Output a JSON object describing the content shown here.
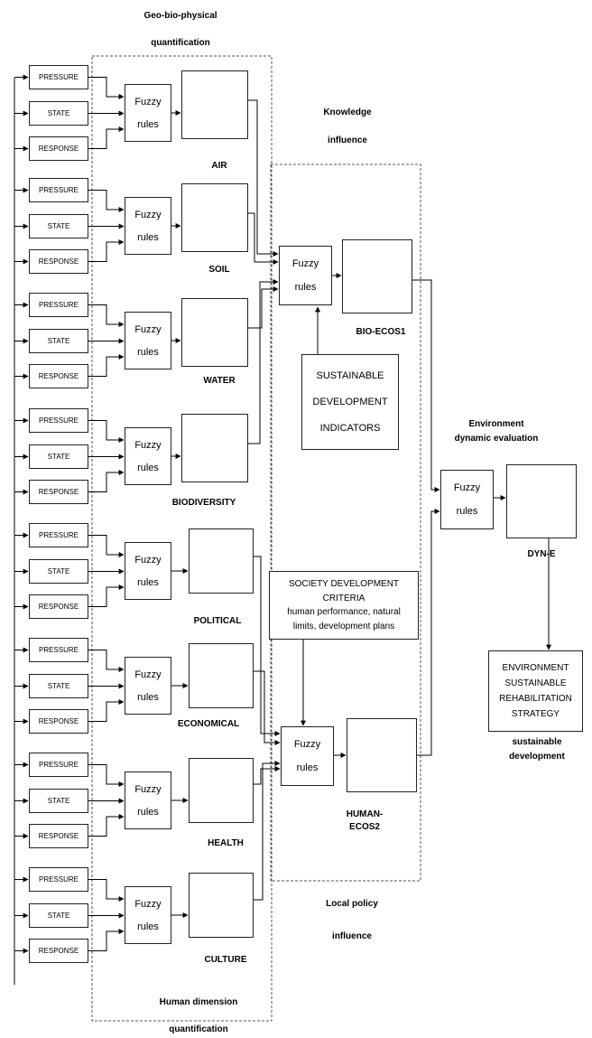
{
  "annotations": {
    "geo_title_1": "Geo-bio-physical",
    "geo_title_2": "quantification",
    "knowledge_1": "Knowledge",
    "knowledge_2": "influence",
    "env_dyn_1": "Environment",
    "env_dyn_2": "dynamic evaluation",
    "env_sust_1": "Environment",
    "env_sust_2": "sustainable",
    "env_sust_3": "development",
    "local_policy_1": "Local policy",
    "local_policy_2": "influence",
    "human_dim_1": "Human dimension",
    "human_dim_2": "quantification"
  },
  "indicators": [
    "PRESSURE",
    "STATE",
    "RESPONSE"
  ],
  "fuzzy": {
    "line1": "Fuzzy",
    "line2": "rules"
  },
  "groups": [
    {
      "label": "AIR"
    },
    {
      "label": "SOIL"
    },
    {
      "label": "WATER"
    },
    {
      "label": "BIODIVERSITY"
    },
    {
      "label": "POLITICAL"
    },
    {
      "label": "ECONOMICAL"
    },
    {
      "label": "HEALTH"
    },
    {
      "label": "CULTURE"
    }
  ],
  "aggregates": {
    "bio": "BIO-ECOS1",
    "human_1": "HUMAN-",
    "human_2": "ECOS2",
    "dyn": "DYN-E"
  },
  "sustainable_indicators": [
    "SUSTAINABLE",
    "DEVELOPMENT",
    "INDICATORS"
  ],
  "society_criteria": {
    "line1": "SOCIETY DEVELOPMENT",
    "line2": "CRITERIA",
    "line3": "human performance, natural",
    "line4": "limits, development plans"
  },
  "strategy": [
    "ENVIRONMENT",
    "SUSTAINABLE",
    "REHABILITATION",
    "STRATEGY"
  ]
}
